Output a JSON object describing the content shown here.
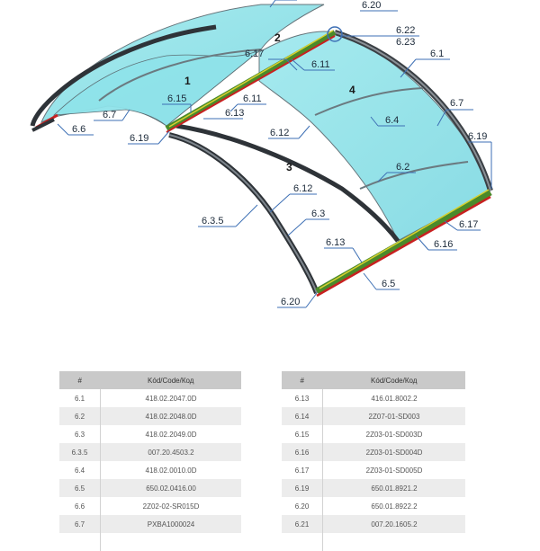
{
  "diagram": {
    "panels": [
      "1",
      "2",
      "3",
      "4"
    ],
    "callouts": [
      "6.20",
      "6.22",
      "6.23",
      "2",
      "6.1",
      "6.17",
      "6.11",
      "6.7",
      "6.15",
      "6.11",
      "6.13",
      "6.6",
      "6.19",
      "6.12",
      "6.4",
      "6.19",
      "6.2",
      "6.12",
      "6.3.5",
      "6.3",
      "6.17",
      "6.13",
      "6.16",
      "6.5",
      "6.20",
      "6.7"
    ]
  },
  "tables": {
    "headers": [
      "#",
      "Kód/Code/Код"
    ],
    "left": [
      [
        "6.1",
        "418.02.2047.0D"
      ],
      [
        "6.2",
        "418.02.2048.0D"
      ],
      [
        "6.3",
        "418.02.2049.0D"
      ],
      [
        "6.3.5",
        "007.20.4503.2"
      ],
      [
        "6.4",
        "418.02.0010.0D"
      ],
      [
        "6.5",
        "650.02.0416.00"
      ],
      [
        "6.6",
        "2Z02-02-SR015D"
      ],
      [
        "6.7",
        "PXBA1000024"
      ],
      [
        "",
        ""
      ]
    ],
    "right": [
      [
        "6.13",
        "416.01.8002.2"
      ],
      [
        "6.14",
        "2Z07-01-SD003"
      ],
      [
        "6.15",
        "2Z03-01-SD003D"
      ],
      [
        "6.16",
        "2Z03-01-SD004D"
      ],
      [
        "6.17",
        "2Z03-01-SD005D"
      ],
      [
        "6.19",
        "650.01.8921.2"
      ],
      [
        "6.20",
        "650.01.8922.2"
      ],
      [
        "6.21",
        "007.20.1605.2"
      ],
      [
        "",
        ""
      ]
    ]
  }
}
